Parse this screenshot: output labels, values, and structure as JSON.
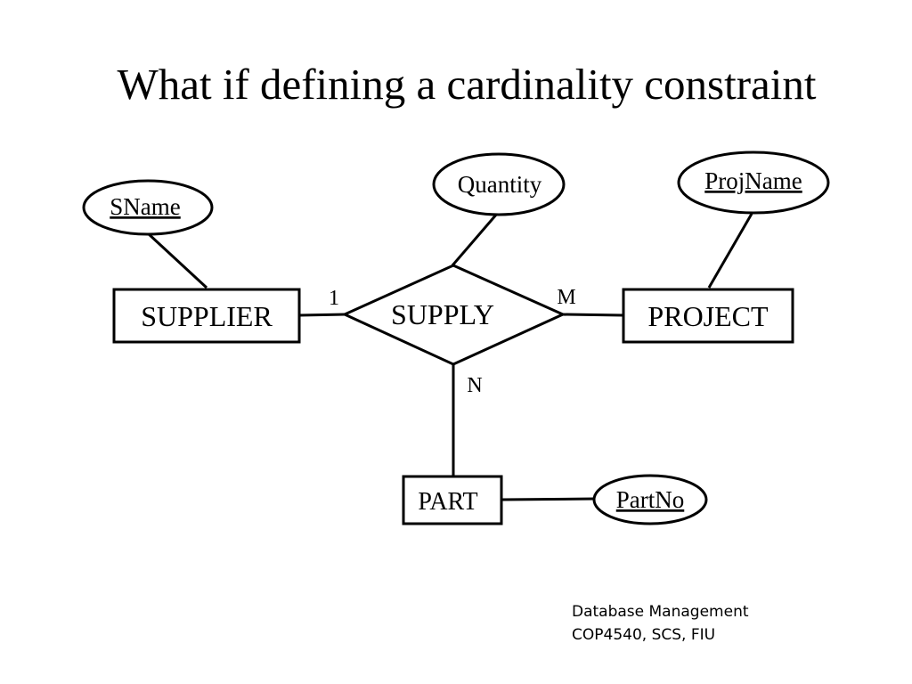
{
  "slide": {
    "title": "What if defining a cardinality constraint"
  },
  "diagram": {
    "entities": {
      "supplier": "SUPPLIER",
      "project": "PROJECT",
      "part": "PART"
    },
    "relationship": "SUPPLY",
    "attributes": {
      "sname": "SName",
      "quantity": "Quantity",
      "projname": "ProjName",
      "partno": "PartNo"
    },
    "cardinalities": {
      "supplier": "1",
      "project": "M",
      "part": "N"
    }
  },
  "footer": {
    "line1": "Database Management",
    "line2": "COP4540, SCS, FIU"
  }
}
